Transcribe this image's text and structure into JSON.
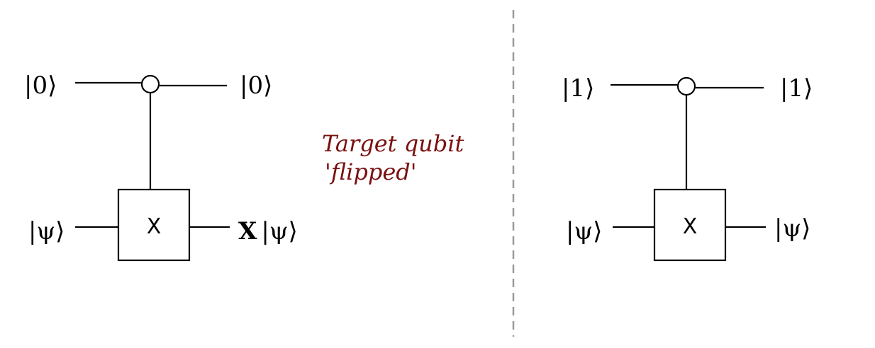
{
  "left_circuit": {
    "control_in": "|0⟩",
    "control_out": "|0⟩",
    "target_in": "|ψ⟩",
    "gate": "X",
    "target_out_op": "X",
    "target_out_state": "|ψ⟩"
  },
  "note": {
    "line1": "Target qubit",
    "line2": "'flipped'",
    "color": "#7a1010"
  },
  "right_circuit": {
    "control_in": "|1⟩",
    "control_out": "|1⟩",
    "target_in": "|ψ⟩",
    "gate": "X",
    "target_out": "|ψ⟩"
  }
}
